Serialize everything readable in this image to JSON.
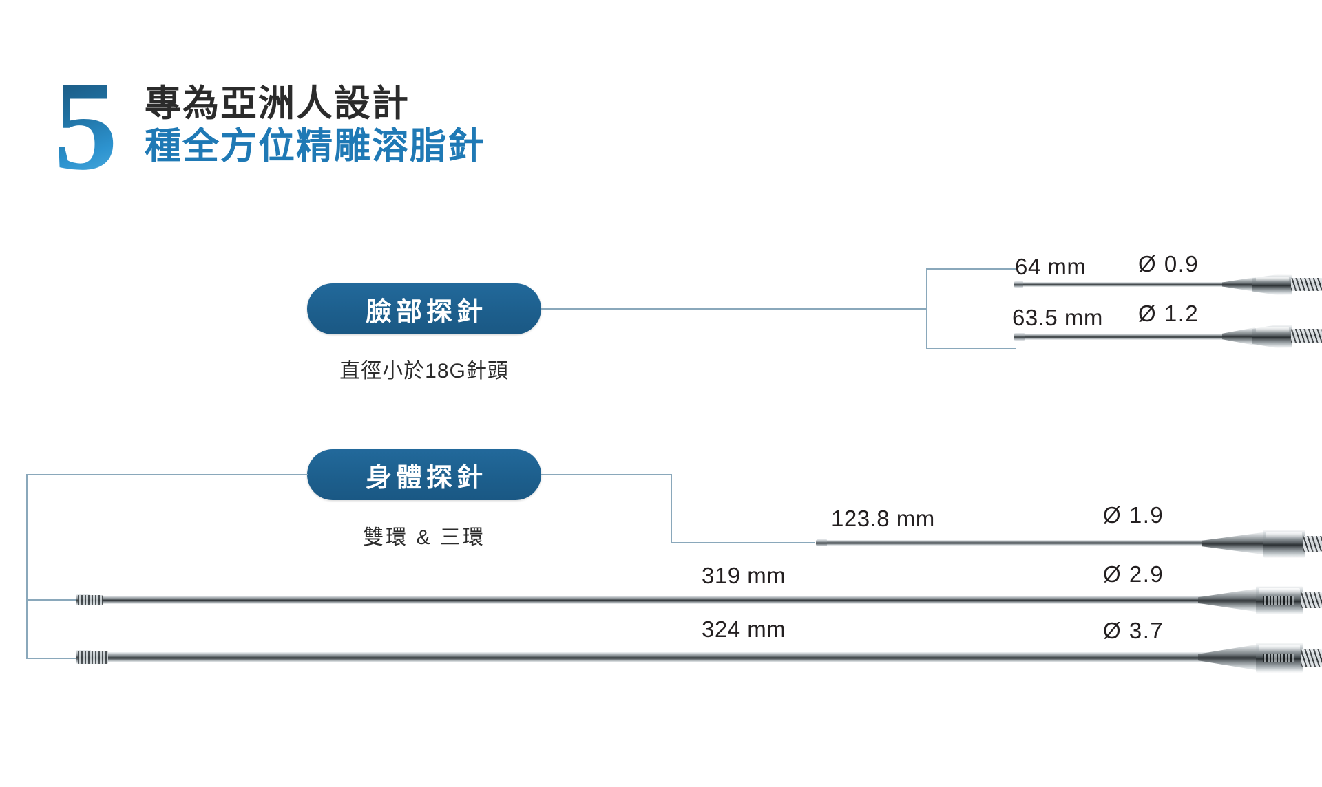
{
  "header": {
    "number": "5",
    "title_line1": "專為亞洲人設計",
    "title_line2": "種全方位精雕溶脂針",
    "number_color": "#1f79b5",
    "line1_color": "#2b2b2b",
    "line2_color": "#1f79b5"
  },
  "groups": [
    {
      "badge_label": "臉部探針",
      "caption": "直徑小於18G針頭",
      "badge_color": "#1d5f8d",
      "probes": [
        {
          "length": "64 mm",
          "diameter": "Ø 0.9"
        },
        {
          "length": "63.5 mm",
          "diameter": "Ø 1.2"
        }
      ]
    },
    {
      "badge_label": "身體探針",
      "caption": "雙環 & 三環",
      "badge_color": "#1d5f8d",
      "probes": [
        {
          "length": "123.8 mm",
          "diameter": "Ø 1.9"
        },
        {
          "length": "319 mm",
          "diameter": "Ø 2.9"
        },
        {
          "length": "324 mm",
          "diameter": "Ø 3.7"
        }
      ]
    }
  ],
  "connector_color": "#8aa8bb"
}
